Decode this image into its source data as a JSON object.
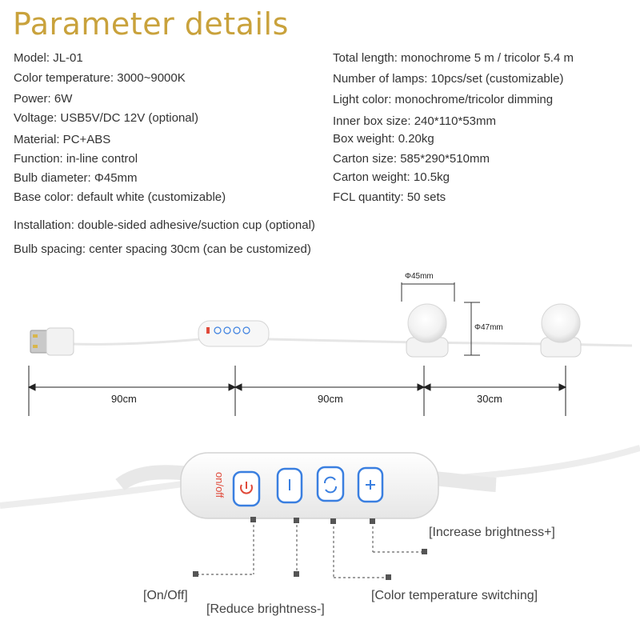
{
  "title": "Parameter details",
  "specs_left": [
    "Model: JL-01",
    "Color temperature: 3000~9000K",
    "Power: 6W",
    "Voltage: USB5V/DC 12V (optional)",
    "Material: PC+ABS",
    "Function: in-line control",
    "Bulb diameter: Φ45mm",
    "Base color: default white (customizable)"
  ],
  "specs_right": [
    "Total length: monochrome 5 m / tricolor 5.4 m",
    "Number of lamps: 10pcs/set (customizable)",
    "Light color: monochrome/tricolor dimming",
    "Inner box size: 240*110*53mm",
    "Box weight: 0.20kg",
    "Carton size: 585*290*510mm",
    "Carton weight: 10.5kg",
    "FCL quantity: 50 sets"
  ],
  "specs_full": [
    "Installation: double-sided adhesive/suction cup (optional)",
    "Bulb spacing: center spacing 30cm (can be customized)"
  ],
  "diagram": {
    "bulb_diameter_label": "Φ45mm",
    "bulb_height_label": "Φ47mm",
    "segments": [
      "90cm",
      "90cm",
      "30cm"
    ]
  },
  "controller": {
    "onoff_label": "on/off",
    "callouts": {
      "increase": "[Increase brightness+]",
      "onoff": "[On/Off]",
      "color_temp": "[Color temperature switching]",
      "reduce": "[Reduce brightness-]"
    }
  },
  "colors": {
    "title": "#c9a23c",
    "button_blue": "#3a7fe0",
    "onoff_red": "#e04a3a"
  }
}
